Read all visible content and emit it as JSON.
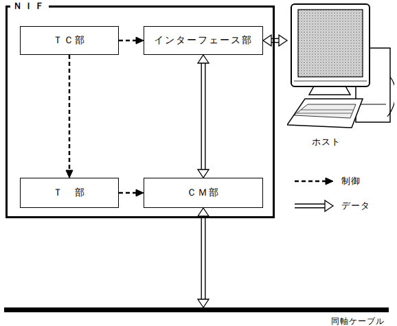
{
  "diagram": {
    "nodes": [
      {
        "text": [
          "ＮＩＦ"
        ]
      },
      {
        "text": [
          "ＴＣ部"
        ],
        "in": 0
      },
      {
        "text": [
          "インターフェース部"
        ],
        "in": 0
      },
      {
        "text": [
          "ホスト"
        ]
      },
      {
        "text": [
          "Ｔ　部"
        ],
        "in": 0
      },
      {
        "text": [
          "ＣＭ部"
        ],
        "in": 0
      },
      {
        "text": [
          "同軸ケーブル"
        ]
      }
    ],
    "edges": [
      {
        "from": 1,
        "to": 2,
        "arrow": "to"
      },
      {
        "from": 1,
        "to": 4,
        "arrow": "to"
      },
      {
        "from": 4,
        "to": 5,
        "arrow": "to"
      },
      {
        "from": 2,
        "to": 5,
        "arrow": "both"
      },
      {
        "from": 2,
        "to": 3,
        "arrow": "both"
      },
      {
        "from": 5,
        "to": 6,
        "arrow": "both"
      }
    ],
    "legend": [
      {
        "text": "制御"
      },
      {
        "text": "データ"
      }
    ]
  }
}
